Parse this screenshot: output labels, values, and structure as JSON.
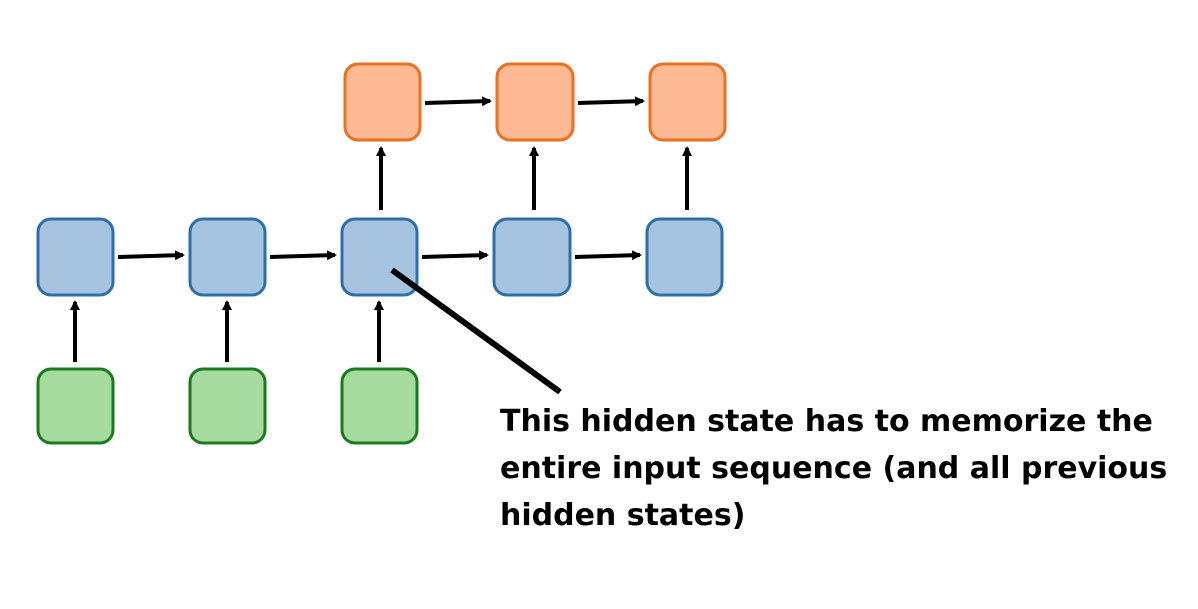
{
  "colors": {
    "input_fill": "#a6dba0",
    "input_stroke": "#1b7a1f",
    "hidden_fill": "#a6c4e0",
    "hidden_stroke": "#2e6faa",
    "output_fill": "#fdb994",
    "output_stroke": "#e8721f",
    "arrow": "#000000",
    "text": "#000000"
  },
  "diagram": {
    "input_count": 3,
    "hidden_count": 5,
    "output_count": 3
  },
  "caption": {
    "line1": "This hidden state has to memorize the",
    "line2": "entire input sequence (and all previous",
    "line3": "hidden states)"
  }
}
